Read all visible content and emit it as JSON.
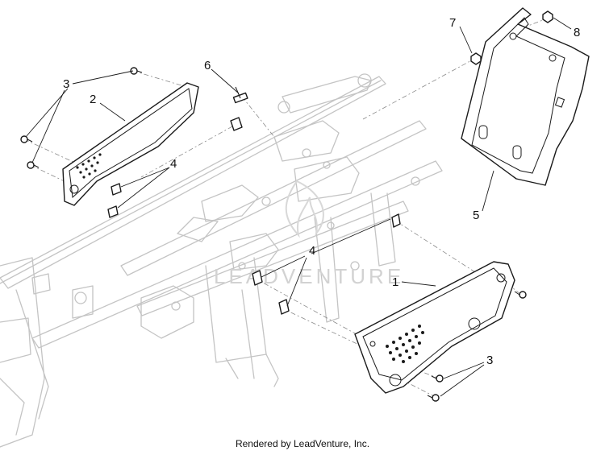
{
  "diagram": {
    "callouts": {
      "c1": "1",
      "c2": "2",
      "c3_top": "3",
      "c3_bottom": "3",
      "c4_top": "4",
      "c4_mid": "4",
      "c5": "5",
      "c6": "6",
      "c7": "7",
      "c8": "8"
    },
    "watermark": "LEADVENTURE"
  },
  "footer": {
    "text": "Rendered by LeadVenture, Inc."
  }
}
